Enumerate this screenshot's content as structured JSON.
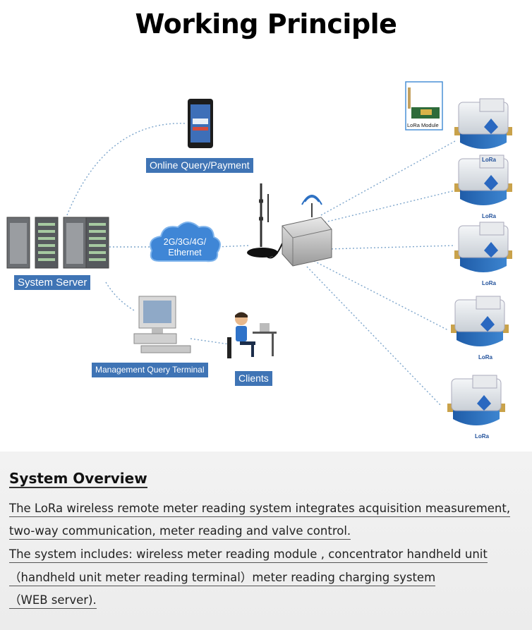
{
  "title": "Working Principle",
  "diagram": {
    "labels": {
      "online": "Online Query/Payment",
      "server": "System Server",
      "network": "2G/3G/4G/\nEthernet",
      "management": "Management Query Terminal",
      "clients": "Clients",
      "lora_module": "LoRa Module",
      "meter_brand": "LoRa"
    },
    "colors": {
      "label_bg": "#3f74b5",
      "cloud": "#3f86d6",
      "link": "#7ea6cc"
    }
  },
  "overview": {
    "title": "System Overview",
    "lines": [
      "The LoRa wireless remote meter reading system integrates acquisition measurement,",
      "two-way communication, meter reading and valve control.",
      "The system includes: wireless meter reading module , concentrator handheld unit",
      "（handheld unit meter reading terminal）meter reading charging system",
      "（WEB server)."
    ]
  }
}
